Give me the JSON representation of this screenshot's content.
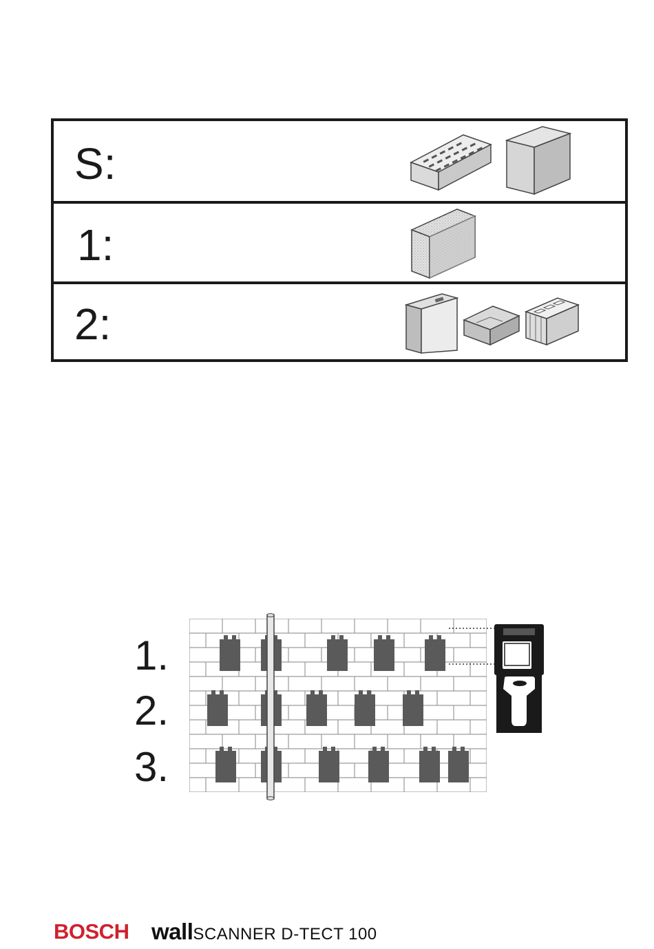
{
  "material_table": {
    "rows": [
      {
        "label": "S:",
        "icons": [
          "perforated-brick-icon",
          "solid-block-icon"
        ]
      },
      {
        "label": "1:",
        "icons": [
          "sand-lime-brick-icon"
        ]
      },
      {
        "label": "2:",
        "icons": [
          "aerated-concrete-panel-icon",
          "concrete-slab-icon",
          "hollow-block-icon"
        ]
      }
    ]
  },
  "scan_diagram": {
    "row_labels": [
      "1.",
      "2.",
      "3."
    ],
    "device_icon": "wallscanner-device-icon",
    "pipe_icon": "vertical-pipe-icon",
    "hollow_icon": "brick-cavity-icon"
  },
  "footer": {
    "brand": "BOSCH",
    "product_bold": "wall",
    "product_rest": "SCANNER D-TECT 100"
  },
  "colors": {
    "brand_red": "#d0202e",
    "cavity_gray": "#5a5a5a",
    "mortar_gray": "#9a9a9a"
  }
}
